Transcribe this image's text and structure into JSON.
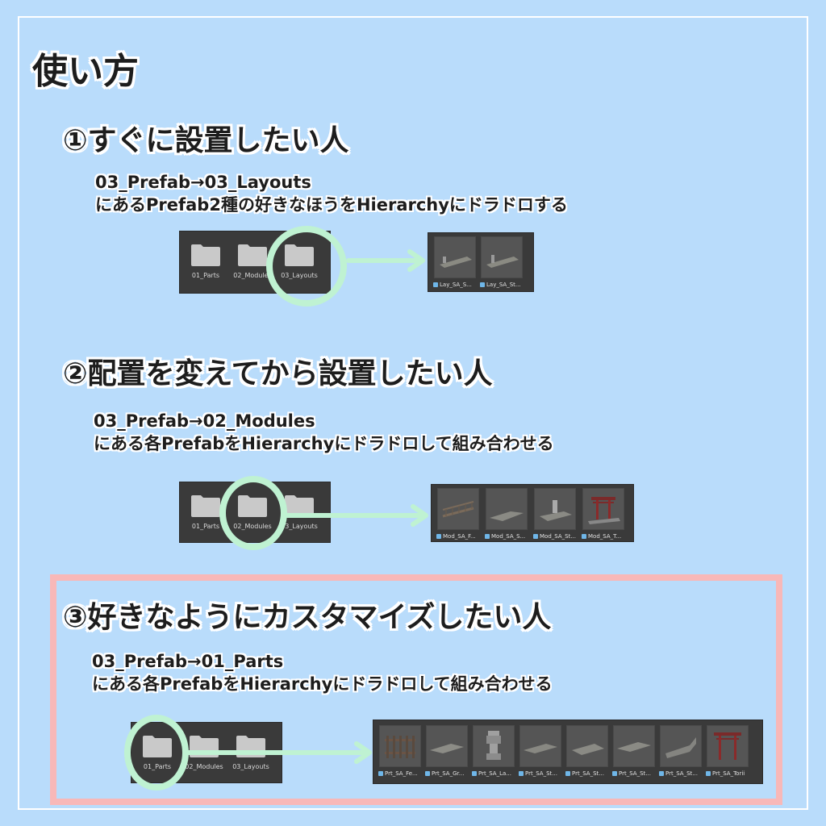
{
  "title": "使い方",
  "sections": [
    {
      "heading": "①すぐに設置したい人",
      "line1": "03_Prefab→03_Layouts",
      "line2": "にあるPrefab2種の好きなほうをHierarchyにドラドロする",
      "folders": [
        "01_Parts",
        "02_Modules",
        "03_Layouts"
      ],
      "assets": [
        "Lay_SA_S...",
        "Lay_SA_St..."
      ]
    },
    {
      "heading": "②配置を変えてから設置したい人",
      "line1": "03_Prefab→02_Modules",
      "line2": "にある各PrefabをHierarchyにドラドロして組み合わせる",
      "folders": [
        "01_Parts",
        "02_Modules",
        "03_Layouts"
      ],
      "assets": [
        "Mod_SA_F...",
        "Mod_SA_S...",
        "Mod_SA_St...",
        "Mod_SA_T..."
      ]
    },
    {
      "heading": "③好きなようにカスタマイズしたい人",
      "line1": "03_Prefab→01_Parts",
      "line2": "にある各PrefabをHierarchyにドラドロして組み合わせる",
      "folders": [
        "01_Parts",
        "02_Modules",
        "03_Layouts"
      ],
      "assets": [
        "Prt_SA_Fe...",
        "Prt_SA_Gr...",
        "Prt_SA_La...",
        "Prt_SA_St...",
        "Prt_SA_St...",
        "Prt_SA_St...",
        "Prt_SA_St...",
        "Prt_SA_Torii"
      ]
    }
  ],
  "colors": {
    "background": "#b9dcfb",
    "highlight_circle": "#bff2d2",
    "highlight_box": "#f8b8b8",
    "panel": "#3a3a3a"
  },
  "icons": [
    "folder-icon",
    "prefab-cube-icon",
    "arrow-right-icon"
  ]
}
